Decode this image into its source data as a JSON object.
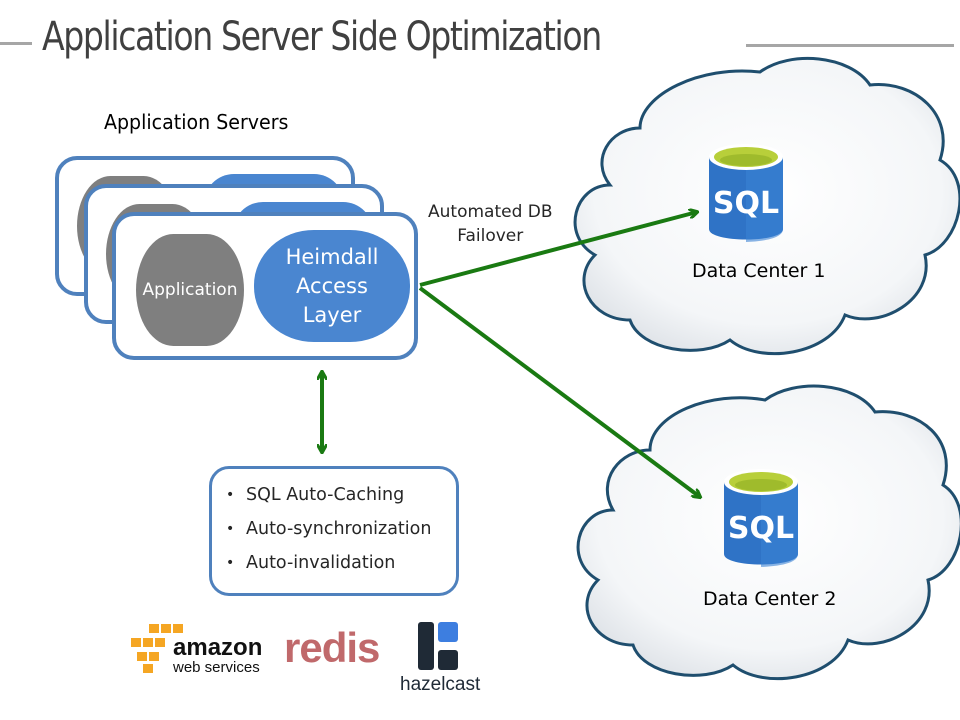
{
  "title": "Application Server Side Optimization",
  "app_servers": {
    "heading": "Application Servers",
    "application_label": "Application",
    "access_layer_lines": [
      "Heimdall",
      "Access",
      "Layer"
    ],
    "stack_count": 3
  },
  "failover": {
    "lines": [
      "Automated DB",
      "Failover"
    ]
  },
  "features": {
    "bullet": "•",
    "items": [
      "SQL Auto-Caching",
      "Auto-synchronization",
      "Auto-invalidation"
    ]
  },
  "data_centers": [
    {
      "label": "Data Center 1",
      "db_label": "SQL"
    },
    {
      "label": "Data Center 2",
      "db_label": "SQL"
    }
  ],
  "logos": {
    "amazon_top": "amazon",
    "amazon_bottom": "web services",
    "redis": "redis",
    "hazelcast": "hazelcast"
  },
  "colors": {
    "border_blue": "#4f81bd",
    "access_layer_blue": "#4a86d0",
    "application_gray": "#7f7f7f",
    "arrow_green": "#1a7a12",
    "sql_blue": "#2f73c6",
    "sql_top": "#b8cf3a",
    "cloud_outline": "#1f4e6e"
  }
}
